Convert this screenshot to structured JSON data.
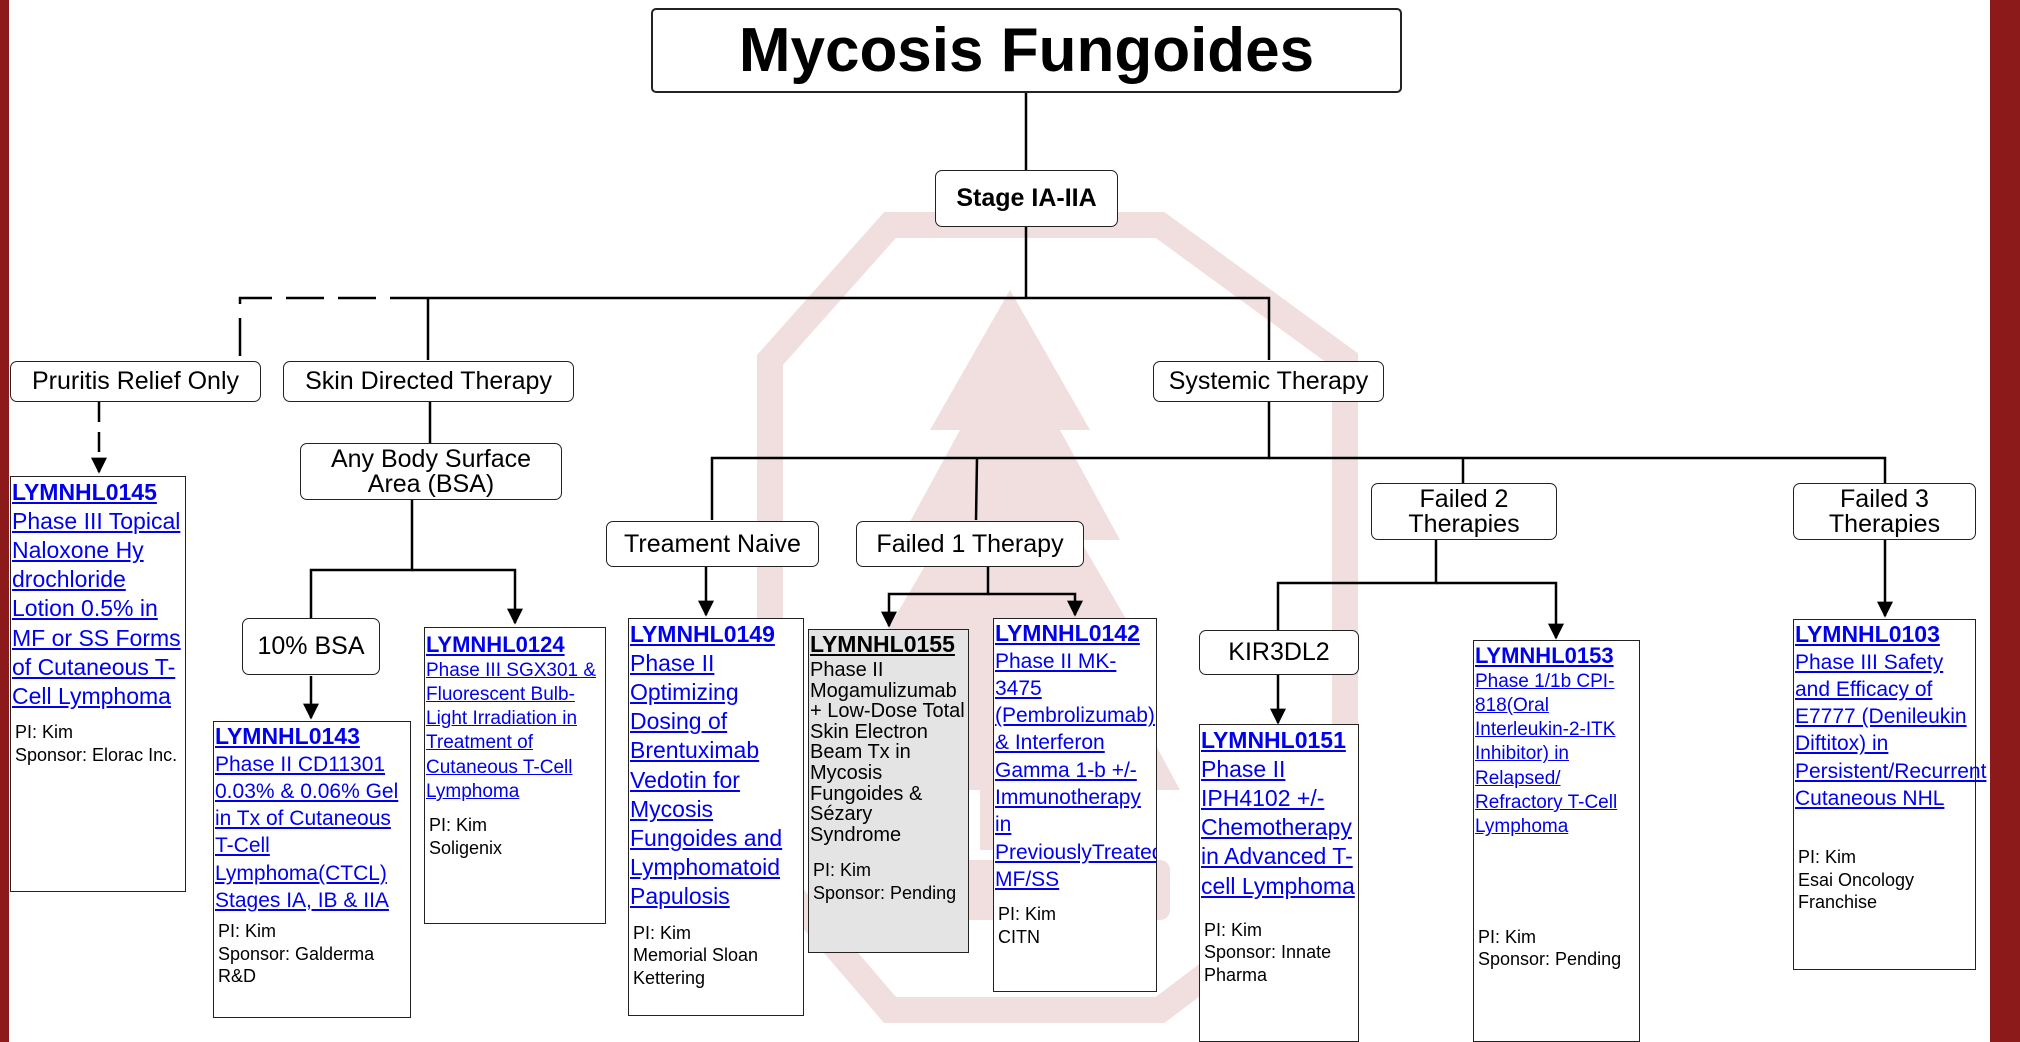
{
  "title": "Mycosis Fungoides",
  "stage": "Stage IA-IIA",
  "categories": {
    "pruritis": "Pruritis Relief Only",
    "skin": "Skin Directed Therapy",
    "systemic": "Systemic Therapy",
    "any_bsa": "Any Body Surface Area (BSA)",
    "bsa10": "10% BSA",
    "naive": "Treament Naive",
    "failed1": "Failed  1 Therapy",
    "failed2": "Failed  2 Therapies",
    "failed3": "Failed  3 Therapies",
    "kir": "KIR3DL2"
  },
  "trials": {
    "t0145": {
      "id": "LYMNHL0145",
      "title": "Phase III Topical Naloxone Hy drochloride Lotion 0.5% in MF or SS Forms of Cutaneous T-Cell Lymphoma",
      "pi": "PI: Kim\nSponsor: Elorac Inc."
    },
    "t0143": {
      "id": "LYMNHL0143",
      "title": "Phase II CD11301 0.03% & 0.06% Gel in Tx of Cutaneous T-Cell Lymphoma(CTCL) Stages IA, IB & IIA",
      "pi": "PI: Kim\nSponsor: Galderma R&D"
    },
    "t0124": {
      "id": "LYMNHL0124",
      "title": "Phase III SGX301 & Fluorescent Bulb-Light Irradiation in Treatment of Cutaneous T-Cell Lymphoma",
      "pi": "PI: Kim\nSoligenix"
    },
    "t0149": {
      "id": "LYMNHL0149",
      "title": "Phase II Optimizing Dosing of Brentuximab Vedotin for Mycosis Fungoides and Lymphomatoid Papulosis",
      "pi": "PI: Kim\nMemorial Sloan Kettering"
    },
    "t0155": {
      "id": "LYMNHL0155",
      "title": "Phase II Mogamulizumab + Low-Dose Total Skin Electron Beam Tx in Mycosis Fungoides & Sézary Syndrome",
      "pi": "PI: Kim\nSponsor: Pending"
    },
    "t0142": {
      "id": "LYMNHL0142",
      "title": "Phase II MK-3475 (Pembrolizumab) & Interferon Gamma 1-b +/- Immunotherapy in PreviouslyTreated MF/SS",
      "pi": "PI: Kim\nCITN"
    },
    "t0151": {
      "id": "LYMNHL0151",
      "title": "Phase II IPH4102 +/- Chemotherapy in Advanced T-cell Lymphoma",
      "pi": "PI: Kim\nSponsor: Innate Pharma"
    },
    "t0153": {
      "id": "LYMNHL0153",
      "title": "Phase 1/1b CPI-818(Oral Interleukin-2-ITK Inhibitor) in Relapsed/ Refractory T-Cell Lymphoma",
      "pi": "PI: Kim\nSponsor: Pending"
    },
    "t0103": {
      "id": "LYMNHL0103",
      "title": "Phase III Safety and Efficacy of E7777 (Denileukin Diftitox) in Persistent/Recurrent Cutaneous NHL",
      "pi": "PI: Kim\nEsai Oncology Franchise"
    }
  },
  "colors": {
    "sidebar": "#8c1a1a",
    "link": "#0000ee",
    "watermark": "#f1dede",
    "highlight_card": "#e4e4e4"
  }
}
